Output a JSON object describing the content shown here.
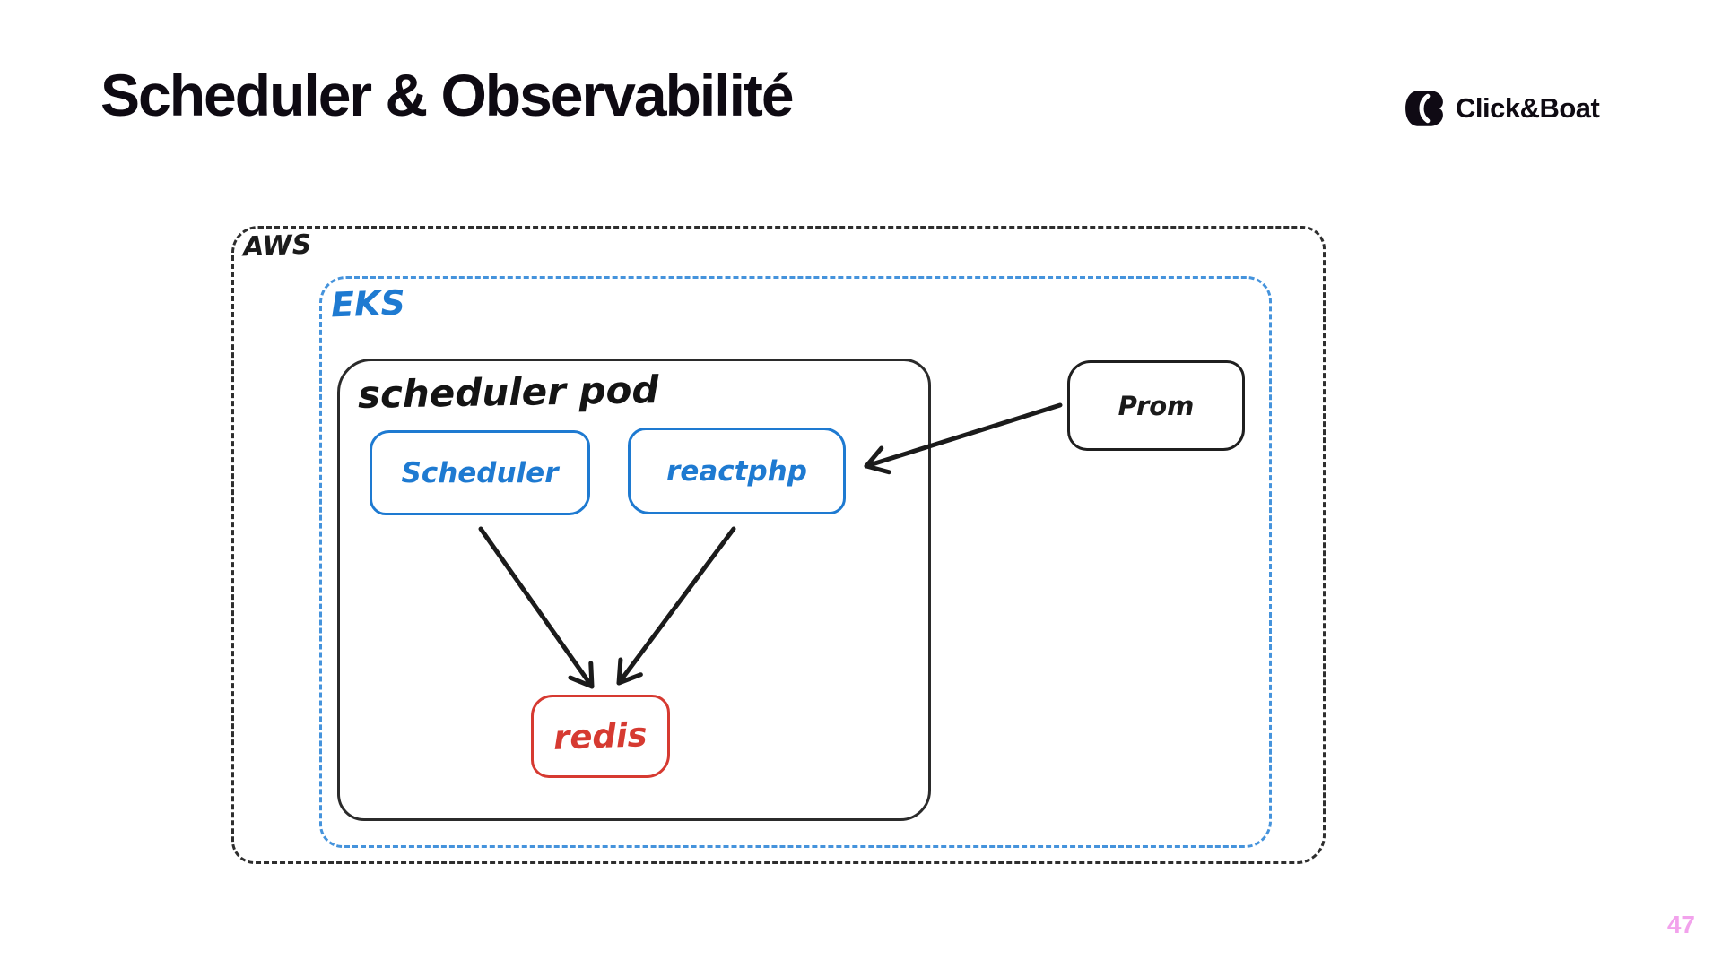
{
  "slide": {
    "title": "Scheduler & Observabilité",
    "page_number": "47"
  },
  "brand": {
    "name": "Click&Boat"
  },
  "diagram": {
    "containers": [
      {
        "id": "aws",
        "label": "AWS",
        "style": "dashed-black"
      },
      {
        "id": "eks",
        "label": "EKS",
        "style": "dashed-blue"
      },
      {
        "id": "scheduler-pod",
        "label": "scheduler pod",
        "style": "solid-black"
      }
    ],
    "nodes": [
      {
        "id": "scheduler",
        "label": "Scheduler",
        "color": "blue",
        "parent": "scheduler-pod"
      },
      {
        "id": "reactphp",
        "label": "reactphp",
        "color": "blue",
        "parent": "scheduler-pod"
      },
      {
        "id": "redis",
        "label": "redis",
        "color": "red",
        "parent": "scheduler-pod"
      },
      {
        "id": "prom",
        "label": "Prom",
        "color": "black",
        "parent": "eks"
      }
    ],
    "edges": [
      {
        "from": "scheduler",
        "to": "redis"
      },
      {
        "from": "reactphp",
        "to": "redis"
      },
      {
        "from": "prom",
        "to": "reactphp"
      }
    ],
    "colors": {
      "node_blue": "#1e7ad1",
      "eks_dash_blue": "#4593dc",
      "node_red": "#d63a31",
      "stroke_black": "#1b1b1b",
      "page_pink": "#f2a2ec"
    }
  }
}
